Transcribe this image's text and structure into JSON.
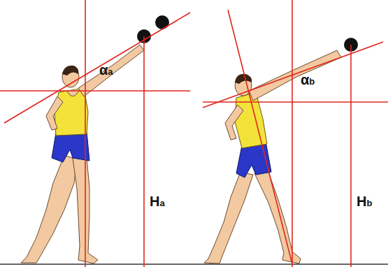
{
  "diagram": {
    "labels": [
      "αa",
      "Ha",
      "αb",
      "Hb"
    ]
  }
}
